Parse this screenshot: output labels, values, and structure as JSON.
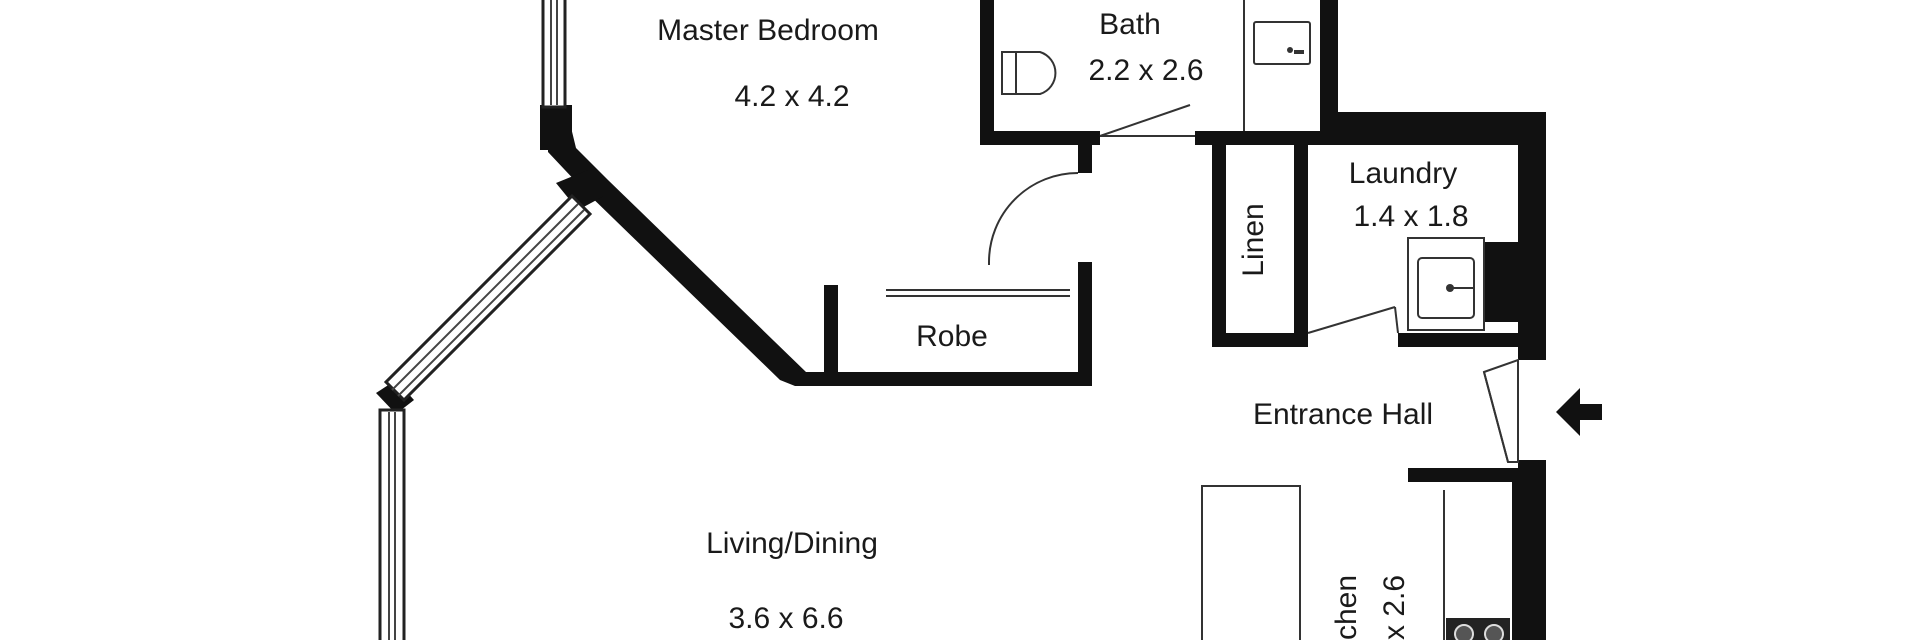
{
  "rooms": {
    "master_bedroom": {
      "name": "Master Bedroom",
      "dims": "4.2 x 4.2"
    },
    "bath": {
      "name": "Bath",
      "dims": "2.2 x 2.6"
    },
    "laundry": {
      "name": "Laundry",
      "dims": "1.4 x 1.8"
    },
    "linen": {
      "name": "Linen"
    },
    "robe": {
      "name": "Robe"
    },
    "entrance_hall": {
      "name": "Entrance Hall"
    },
    "living_dining": {
      "name": "Living/Dining",
      "dims": "3.6 x 6.6"
    },
    "kitchen": {
      "name": "chen",
      "dims": "x 2.6"
    }
  },
  "icons": {
    "entry": "entry-arrow-icon",
    "toilet": "toilet-icon",
    "bath_basin": "basin-icon",
    "laundry_tub": "laundry-sink-icon",
    "cooktop": "cooktop-icon"
  }
}
